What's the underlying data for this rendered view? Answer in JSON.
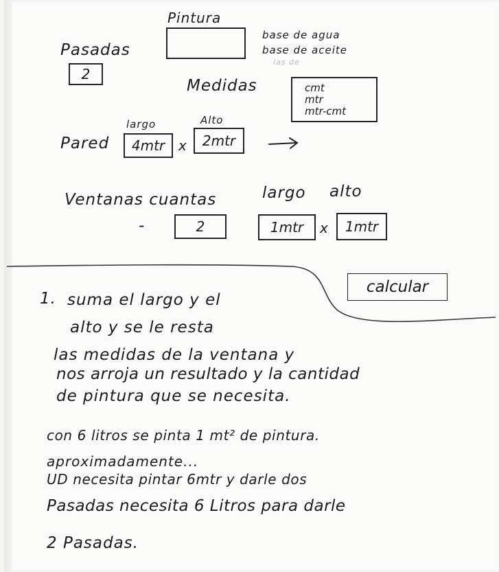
{
  "heading": {
    "pintura": "Pintura"
  },
  "paint_type": {
    "options": [
      "base de agua",
      "base de aceite"
    ],
    "faint_note": "las de"
  },
  "passes": {
    "label": "Pasadas",
    "value": "2"
  },
  "measures": {
    "label": "Medidas",
    "options": [
      "cmt",
      "mtr",
      "mtr-cmt"
    ]
  },
  "wall": {
    "label": "Pared",
    "length_label": "largo",
    "height_label": "Alto",
    "length_value": "4mtr",
    "times": "x",
    "height_value": "2mtr",
    "arrow": "→"
  },
  "windows": {
    "label": "Ventanas cuantas",
    "length_label": "largo",
    "height_label": "alto",
    "dash": "-",
    "count": "2",
    "length_value": "1mtr",
    "times": "x",
    "height_value": "1mtr"
  },
  "calculate_button": "calcular",
  "notes": {
    "line1_number": "1.",
    "line1": "suma el largo y el",
    "line2": "alto y se le resta",
    "line3": "las medidas de la ventana y",
    "line4": "nos arroja un resultado y la cantidad",
    "line5": "de pintura que se necesita.",
    "para2_line1": "con 6 litros se pinta 1 mt² de pintura.",
    "para2_line2": "aproximadamente...",
    "para2_line3": "UD necesita pintar 6mtr y darle dos",
    "para2_line4": "Pasadas necesita 6 Litros para darle",
    "para2_line5": "2 Pasadas."
  }
}
